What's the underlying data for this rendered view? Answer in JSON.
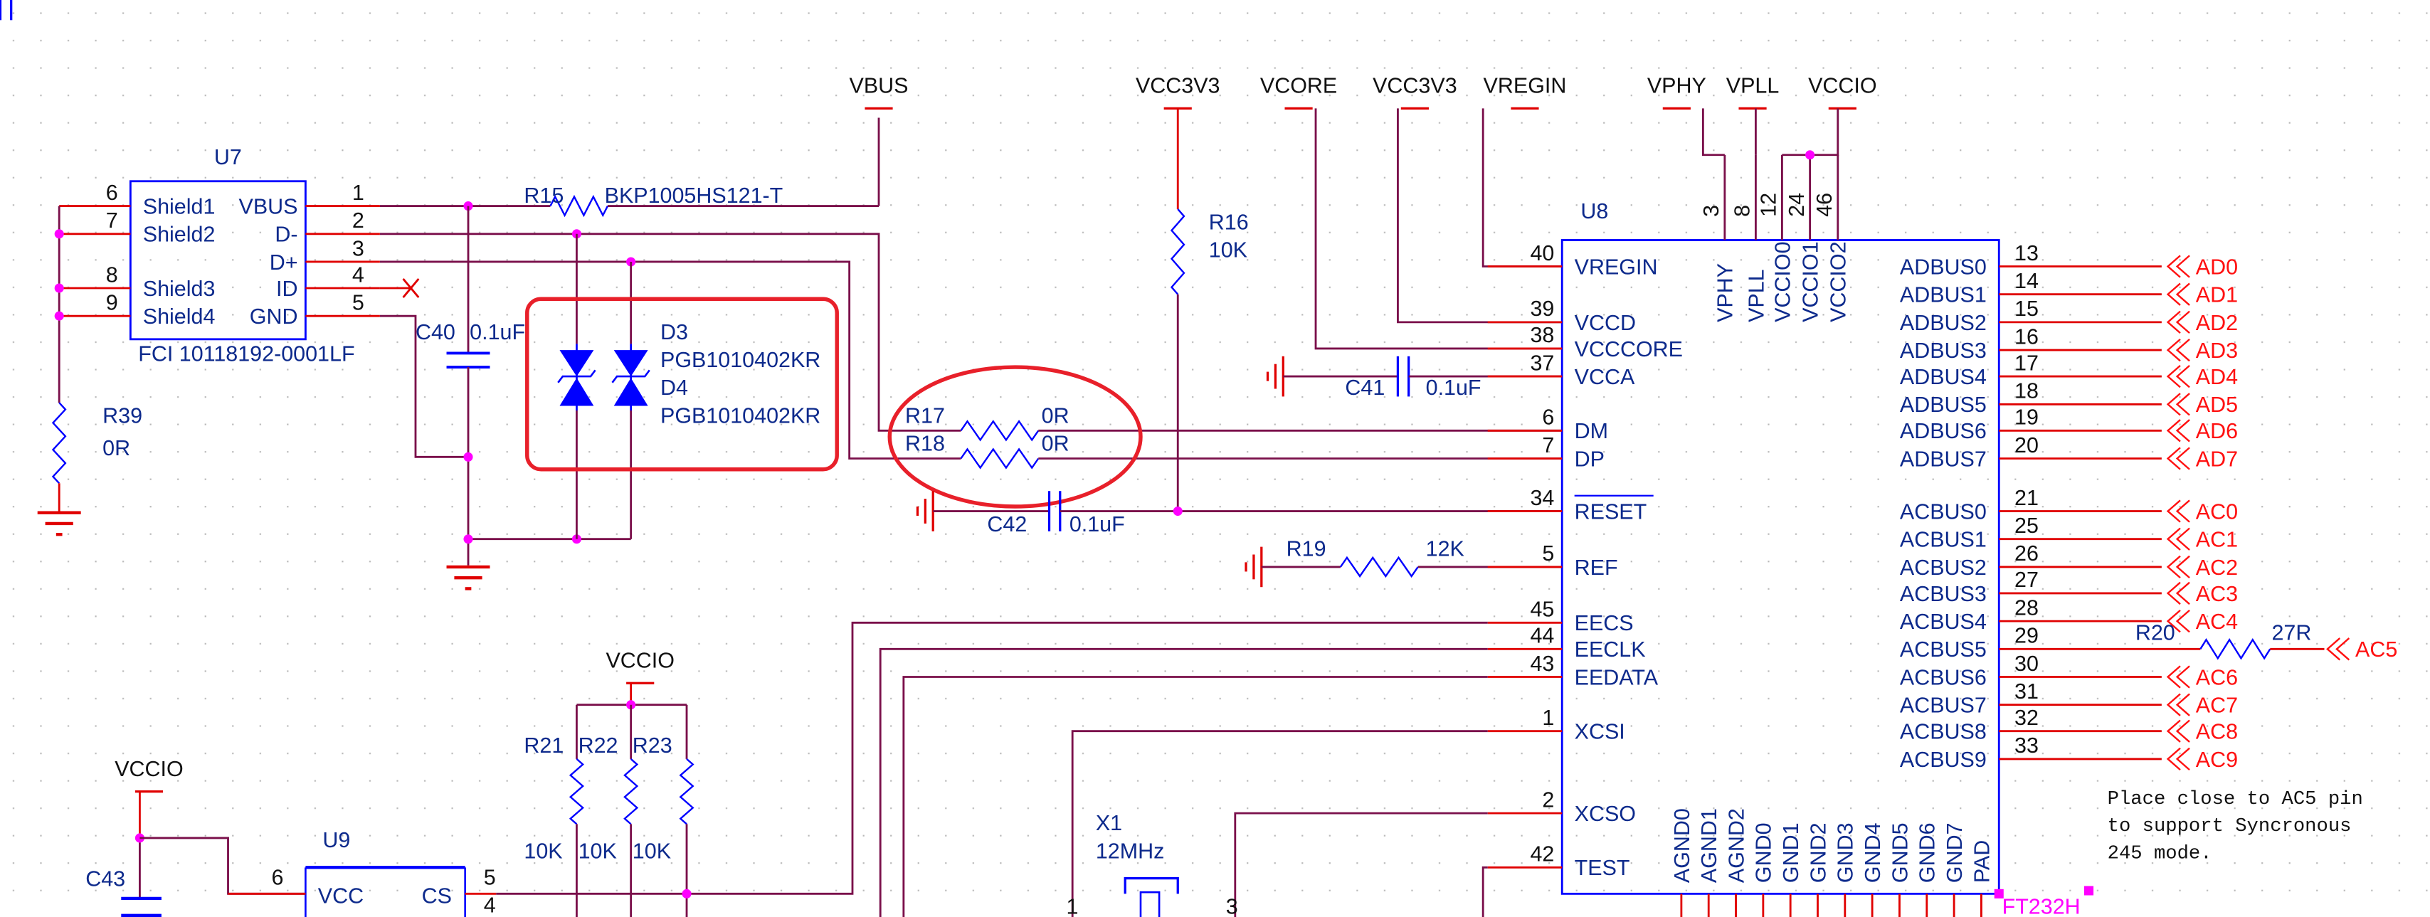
{
  "colors": {
    "wire": "#7a0f4a",
    "pin": "#e00000",
    "body": "#0000ff",
    "junction": "#ff00ff",
    "label": "#0d2a8c",
    "net": "#ff1010",
    "highlight": "#e8202a"
  },
  "power": {
    "vbus": "VBUS",
    "vcc3v3_r16": "VCC3V3",
    "vcore": "VCORE",
    "vcc3v3_vccd": "VCC3V3",
    "vregin": "VREGIN",
    "vphy": "VPHY",
    "vpll": "VPLL",
    "vccio_top": "VCCIO",
    "vccio_pullups": "VCCIO",
    "vccio_u9": "VCCIO"
  },
  "u7": {
    "ref": "U7",
    "part": "FCI 10118192-0001LF",
    "left_pins": [
      {
        "name": "Shield1",
        "num": "6"
      },
      {
        "name": "Shield2",
        "num": "7"
      },
      {
        "name": "Shield3",
        "num": "8"
      },
      {
        "name": "Shield4",
        "num": "9"
      }
    ],
    "right_pins": [
      {
        "name": "VBUS",
        "num": "1"
      },
      {
        "name": "D-",
        "num": "2"
      },
      {
        "name": "D+",
        "num": "3"
      },
      {
        "name": "ID",
        "num": "4"
      },
      {
        "name": "GND",
        "num": "5"
      }
    ]
  },
  "parts": {
    "r15": {
      "ref": "R15",
      "value": "BKP1005HS121-T"
    },
    "r16": {
      "ref": "R16",
      "value": "10K"
    },
    "r17": {
      "ref": "R17",
      "value": "0R"
    },
    "r18": {
      "ref": "R18",
      "value": "0R"
    },
    "r19": {
      "ref": "R19",
      "value": "12K"
    },
    "r20": {
      "ref": "R20",
      "value": "27R"
    },
    "r21": {
      "ref": "R21",
      "value": "10K"
    },
    "r22": {
      "ref": "R22",
      "value": "10K"
    },
    "r23": {
      "ref": "R23",
      "value": "10K"
    },
    "r39": {
      "ref": "R39",
      "value": "0R"
    },
    "c40": {
      "ref": "C40",
      "value": "0.1uF"
    },
    "c41": {
      "ref": "C41",
      "value": "0.1uF"
    },
    "c42": {
      "ref": "C42",
      "value": "0.1uF"
    },
    "c43": {
      "ref": "C43"
    },
    "d3": {
      "ref": "D3",
      "value": "PGB1010402KR"
    },
    "d4": {
      "ref": "D4",
      "value": "PGB1010402KR"
    },
    "x1": {
      "ref": "X1",
      "value": "12MHz",
      "pin1": "1",
      "pin3": "3"
    }
  },
  "u8": {
    "ref": "U8",
    "part": "FT232H",
    "left_pins": [
      {
        "name": "VREGIN",
        "num": "40"
      },
      {
        "name": "VCCD",
        "num": "39"
      },
      {
        "name": "VCCCORE",
        "num": "38"
      },
      {
        "name": "VCCA",
        "num": "37"
      },
      {
        "name": "DM",
        "num": "6"
      },
      {
        "name": "DP",
        "num": "7"
      },
      {
        "name": "RESET",
        "num": "34"
      },
      {
        "name": "REF",
        "num": "5"
      },
      {
        "name": "EECS",
        "num": "45"
      },
      {
        "name": "EECLK",
        "num": "44"
      },
      {
        "name": "EEDATA",
        "num": "43"
      },
      {
        "name": "XCSI",
        "num": "1"
      },
      {
        "name": "XCSO",
        "num": "2"
      },
      {
        "name": "TEST",
        "num": "42"
      }
    ],
    "top_pins": [
      {
        "name": "VPHY",
        "num": "3"
      },
      {
        "name": "VPLL",
        "num": "8"
      },
      {
        "name": "VCCIO0",
        "num": "12"
      },
      {
        "name": "VCCIO1",
        "num": "24"
      },
      {
        "name": "VCCIO2",
        "num": "46"
      }
    ],
    "adbus": [
      {
        "name": "ADBUS0",
        "num": "13",
        "net": "AD0"
      },
      {
        "name": "ADBUS1",
        "num": "14",
        "net": "AD1"
      },
      {
        "name": "ADBUS2",
        "num": "15",
        "net": "AD2"
      },
      {
        "name": "ADBUS3",
        "num": "16",
        "net": "AD3"
      },
      {
        "name": "ADBUS4",
        "num": "17",
        "net": "AD4"
      },
      {
        "name": "ADBUS5",
        "num": "18",
        "net": "AD5"
      },
      {
        "name": "ADBUS6",
        "num": "19",
        "net": "AD6"
      },
      {
        "name": "ADBUS7",
        "num": "20",
        "net": "AD7"
      }
    ],
    "acbus": [
      {
        "name": "ACBUS0",
        "num": "21",
        "net": "AC0"
      },
      {
        "name": "ACBUS1",
        "num": "25",
        "net": "AC1"
      },
      {
        "name": "ACBUS2",
        "num": "26",
        "net": "AC2"
      },
      {
        "name": "ACBUS3",
        "num": "27",
        "net": "AC3"
      },
      {
        "name": "ACBUS4",
        "num": "28",
        "net": "AC4"
      },
      {
        "name": "ACBUS5",
        "num": "29",
        "net": "AC5"
      },
      {
        "name": "ACBUS6",
        "num": "30",
        "net": "AC6"
      },
      {
        "name": "ACBUS7",
        "num": "31",
        "net": "AC7"
      },
      {
        "name": "ACBUS8",
        "num": "32",
        "net": "AC8"
      },
      {
        "name": "ACBUS9",
        "num": "33",
        "net": "AC9"
      }
    ],
    "bottom_pins": [
      "AGND0",
      "AGND1",
      "AGND2",
      "GND0",
      "GND1",
      "GND2",
      "GND3",
      "GND4",
      "GND5",
      "GND6",
      "GND7",
      "PAD"
    ]
  },
  "u9": {
    "ref": "U9",
    "pins": [
      {
        "name": "VCC",
        "num": "6"
      },
      {
        "name": "CS",
        "num": "5"
      }
    ],
    "extra_num": "4"
  },
  "note": [
    "Place close to AC5 pin",
    "to support Syncronous",
    "245 mode."
  ]
}
